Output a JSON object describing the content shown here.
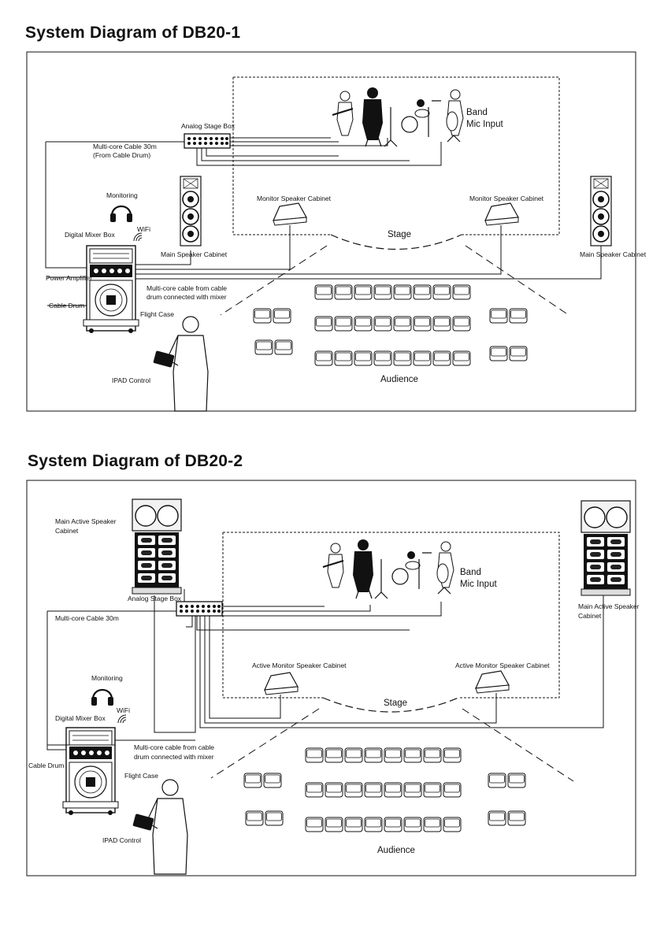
{
  "diagram1": {
    "title": "System Diagram of DB20-1",
    "labels": {
      "analog_stage_box": "Analog Stage Box",
      "multicore_cable": "Multi-core Cable 30m",
      "multicore_cable_sub": "(From Cable Drum)",
      "monitoring": "Monitoring",
      "wifi": "WiFi",
      "digital_mixer_box": "Digital Mixer Box",
      "power_amplifier": "Power Amplifier",
      "cable_drum": "Cable Drum",
      "flight_case": "Flight Case",
      "multicore_from_drum_1": "Multi-core cable from cable",
      "multicore_from_drum_2": "drum connected with mixer",
      "ipad_control": "IPAD Control",
      "main_speaker_left": "Main Speaker Cabinet",
      "main_speaker_right": "Main Speaker Cabinet",
      "monitor_left": "Monitor Speaker Cabinet",
      "monitor_right": "Monitor Speaker Cabinet",
      "band": "Band",
      "mic_input": "Mic Input",
      "stage": "Stage",
      "audience": "Audience"
    }
  },
  "diagram2": {
    "title": "System Diagram of DB20-2",
    "labels": {
      "main_active_left_1": "Main Active Speaker",
      "main_active_left_2": "Cabinet",
      "main_active_right_1": "Main Active Speaker",
      "main_active_right_2": "Cabinet",
      "analog_stage_box": "Analog Stage Box",
      "multicore_cable": "Multi-core Cable 30m",
      "monitoring": "Monitoring",
      "wifi": "WiFi",
      "digital_mixer_box": "Digital Mixer Box",
      "cable_drum": "Cable Drum",
      "flight_case": "Flight Case",
      "multicore_from_drum_1": "Multi-core cable from cable",
      "multicore_from_drum_2": "drum connected with mixer",
      "ipad_control": "IPAD Control",
      "monitor_left": "Active Monitor Speaker Cabinet",
      "monitor_right": "Active Monitor Speaker Cabinet",
      "band": "Band",
      "mic_input": "Mic Input",
      "stage": "Stage",
      "audience": "Audience"
    }
  }
}
